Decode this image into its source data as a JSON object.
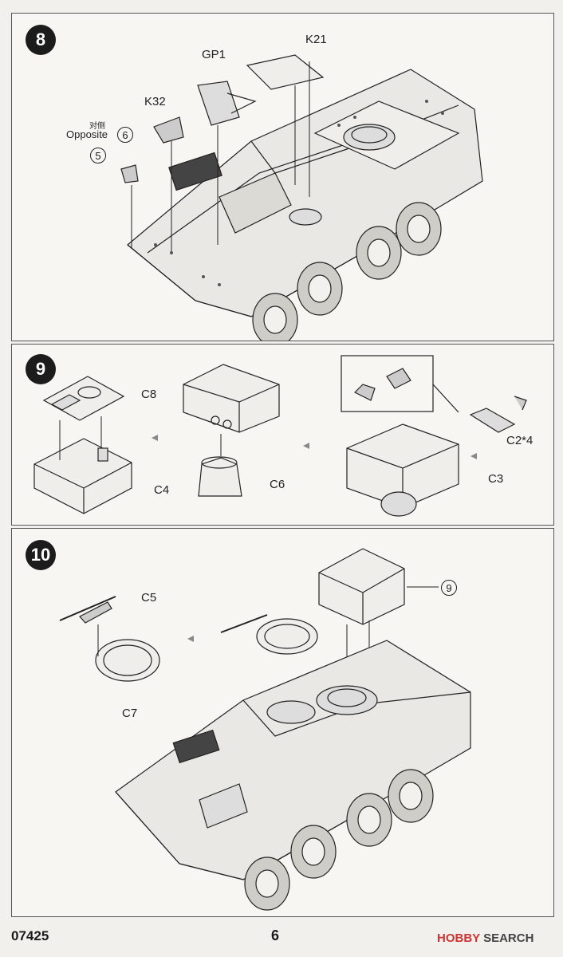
{
  "steps": {
    "s8": {
      "number": "8",
      "labels": {
        "k21": "K21",
        "gp1": "GP1",
        "k32": "K32",
        "opp_cn": "对侧",
        "opposite": "Opposite",
        "six": "6",
        "five": "5"
      }
    },
    "s9": {
      "number": "9",
      "labels": {
        "c8": "C8",
        "c4": "C4",
        "c6": "C6",
        "c2x4": "C2*4",
        "c3": "C3"
      }
    },
    "s10": {
      "number": "10",
      "labels": {
        "c5": "C5",
        "c7": "C7",
        "nine": "9"
      }
    }
  },
  "footer": {
    "product_code": "07425",
    "page_number": "6",
    "watermark_a": "HOBBY",
    "watermark_b": "SEARCH"
  }
}
